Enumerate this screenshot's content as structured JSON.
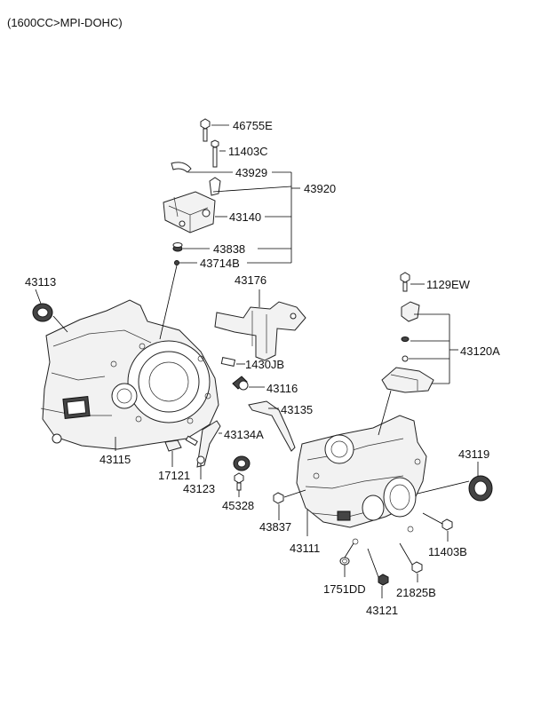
{
  "header": {
    "engine_note": "(1600CC>MPI-DOHC)"
  },
  "callouts": {
    "p46755E": "46755E",
    "p11403C": "11403C",
    "p43929": "43929",
    "p43920": "43920",
    "p43140": "43140",
    "p43838": "43838",
    "p43714B": "43714B",
    "p43113": "43113",
    "p43176": "43176",
    "p1129EW": "1129EW",
    "p43120A": "43120A",
    "p1430JB": "1430JB",
    "p43116": "43116",
    "p43135": "43135",
    "p43134A": "43134A",
    "p43115": "43115",
    "p17121": "17121",
    "p43123": "43123",
    "p45328": "45328",
    "p43119": "43119",
    "p43837": "43837",
    "p43111": "43111",
    "p11403B": "11403B",
    "p1751DD": "1751DD",
    "p21825B": "21825B",
    "p43121": "43121"
  }
}
